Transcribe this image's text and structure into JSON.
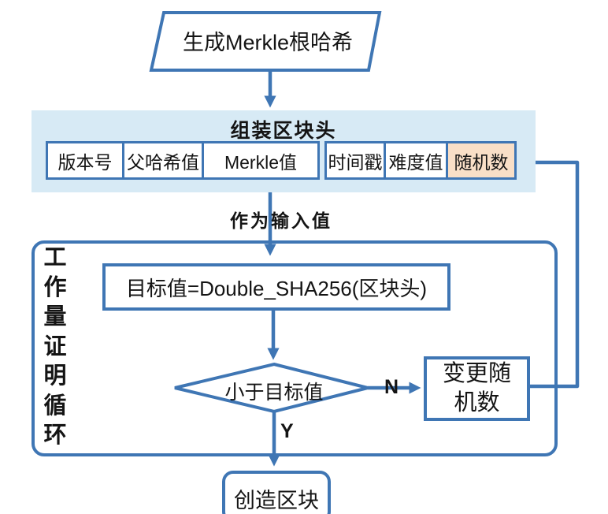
{
  "colors": {
    "line_blue": "#3f76b4",
    "header_bg": "#d7eaf5",
    "nonce_highlight_bg": "#f9dfc7",
    "node_fill": "#ffffff",
    "text": "#141414"
  },
  "start": {
    "label": "生成Merkle根哈希"
  },
  "header": {
    "title": "组装区块头",
    "fields": [
      {
        "label": "版本号",
        "highlighted": false
      },
      {
        "label": "父哈希值",
        "highlighted": false
      },
      {
        "label": "Merkle值",
        "highlighted": false
      },
      {
        "label": "时间戳",
        "highlighted": false
      },
      {
        "label": "难度值",
        "highlighted": false
      },
      {
        "label": "随机数",
        "highlighted": true
      }
    ]
  },
  "flow": {
    "input_label": "作为输入值"
  },
  "pow": {
    "loop_label": "工作量证明循环",
    "formula": "目标值=Double_SHA256(区块头)",
    "decision": "小于目标值",
    "no_label": "N",
    "yes_label": "Y",
    "change_nonce_line1": "变更随",
    "change_nonce_line2": "机数"
  },
  "end": {
    "label": "创造区块"
  }
}
